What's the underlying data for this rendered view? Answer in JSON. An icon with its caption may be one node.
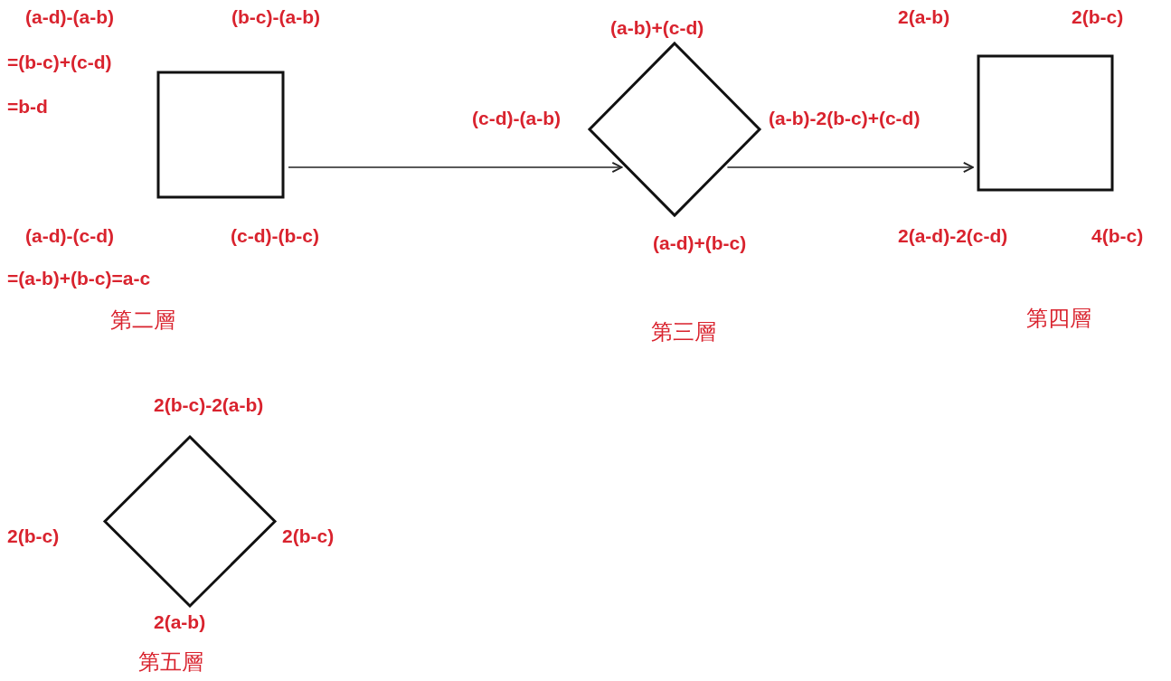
{
  "diagram": {
    "nodes": [
      {
        "text": [],
        "shape": "box",
        "beside": [
          "(a-d)-(a-b)",
          "(b-c)-(a-b)",
          "=(b-c)+(c-d)",
          "=b-d",
          "(a-d)-(c-d)",
          "(c-d)-(b-c)",
          "=(a-b)+(b-c)=a-c",
          "第二層"
        ]
      },
      {
        "text": [],
        "shape": "diamond",
        "beside": [
          "(a-b)+(c-d)",
          "(c-d)-(a-b)",
          "(a-b)-2(b-c)+(c-d)",
          "(a-d)+(b-c)",
          "第三層"
        ]
      },
      {
        "text": [],
        "shape": "box",
        "beside": [
          "2(a-b)",
          "2(b-c)",
          "2(a-d)-2(c-d)",
          "4(b-c)",
          "第四層"
        ]
      },
      {
        "text": [],
        "shape": "diamond",
        "beside": [
          "2(b-c)-2(a-b)",
          "2(b-c)",
          "2(b-c)",
          "2(a-b)",
          "第五層"
        ]
      }
    ],
    "edges": [
      {
        "from": 0,
        "to": 1,
        "arrow": "to"
      },
      {
        "from": 1,
        "to": 2,
        "arrow": "to"
      }
    ]
  }
}
